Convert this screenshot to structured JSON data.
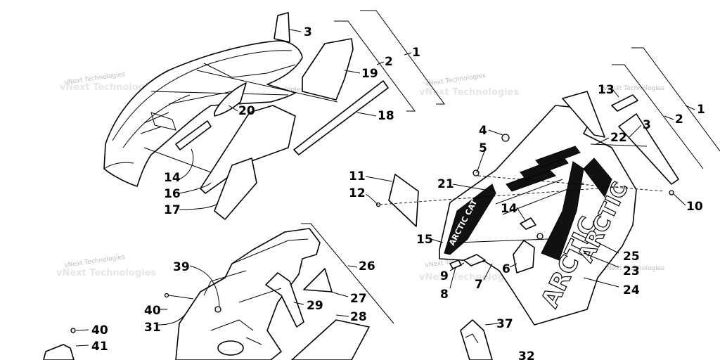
{
  "watermark": "vNext Technologies",
  "decals": {
    "arctic_cat_side": "ARCTIC CAT",
    "arctic_side_lower": "ARCTIC"
  },
  "callouts": {
    "c1_top": "1",
    "c2_top": "2",
    "c3_top": "3",
    "c19": "19",
    "c18": "18",
    "c20": "20",
    "c14_left": "14",
    "c16": "16",
    "c17": "17",
    "c1_right": "1",
    "c2_right": "2",
    "c3_right": "3",
    "c13": "13",
    "c22": "22",
    "c4": "4",
    "c5": "5",
    "c11": "11",
    "c12": "12",
    "c21": "21",
    "c14_right": "14",
    "c10": "10",
    "c15": "15",
    "c25": "25",
    "c23": "23",
    "c24": "24",
    "c9": "9",
    "c8": "8",
    "c7": "7",
    "c6": "6",
    "c26": "26",
    "c39": "39",
    "c27": "27",
    "c29": "29",
    "c28": "28",
    "c40_mid": "40",
    "c31": "31",
    "c40_low": "40",
    "c41": "41",
    "c37": "37",
    "c32": "32"
  }
}
